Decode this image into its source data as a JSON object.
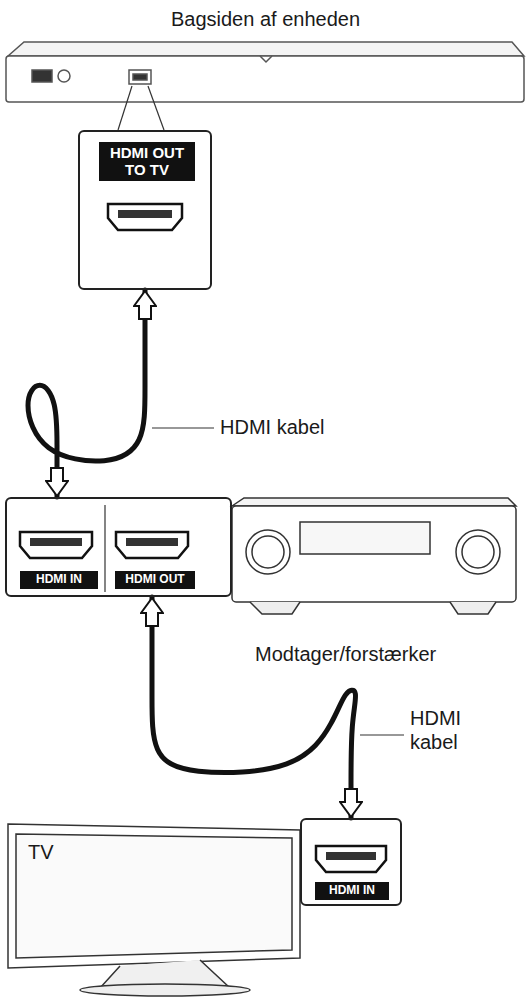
{
  "diagram": {
    "nodes": [
      {
        "text": [
          "Bagsiden af enheden"
        ]
      },
      {
        "text": [
          "HDMI OUT TO TV"
        ]
      },
      {
        "text": [
          "Modtager/forstærker"
        ]
      },
      {
        "text": [
          "HDMI IN",
          "HDMI OUT"
        ]
      },
      {
        "text": [
          "TV"
        ]
      },
      {
        "text": [
          "HDMI IN"
        ]
      }
    ],
    "edges": [
      {
        "from": 1,
        "to": 3,
        "label": "HDMI kabel",
        "arrow": "both"
      },
      {
        "from": 3,
        "to": 5,
        "label": "HDMI kabel",
        "arrow": "both"
      }
    ]
  }
}
